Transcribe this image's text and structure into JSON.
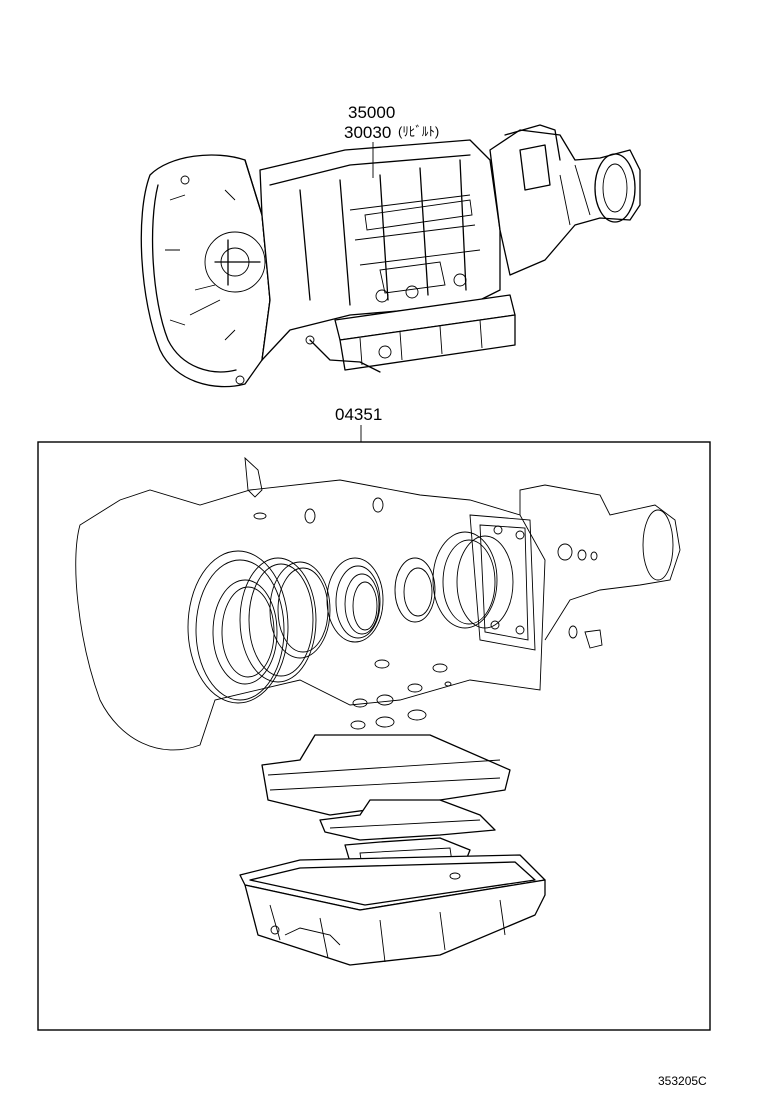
{
  "callouts": {
    "assembly_part_1": "35000",
    "assembly_part_2": "30030",
    "assembly_part_2_note": "(ﾘﾋﾞﾙﾄ)",
    "gasket_kit_part": "04351"
  },
  "footer": {
    "diagram_id": "353205C"
  }
}
